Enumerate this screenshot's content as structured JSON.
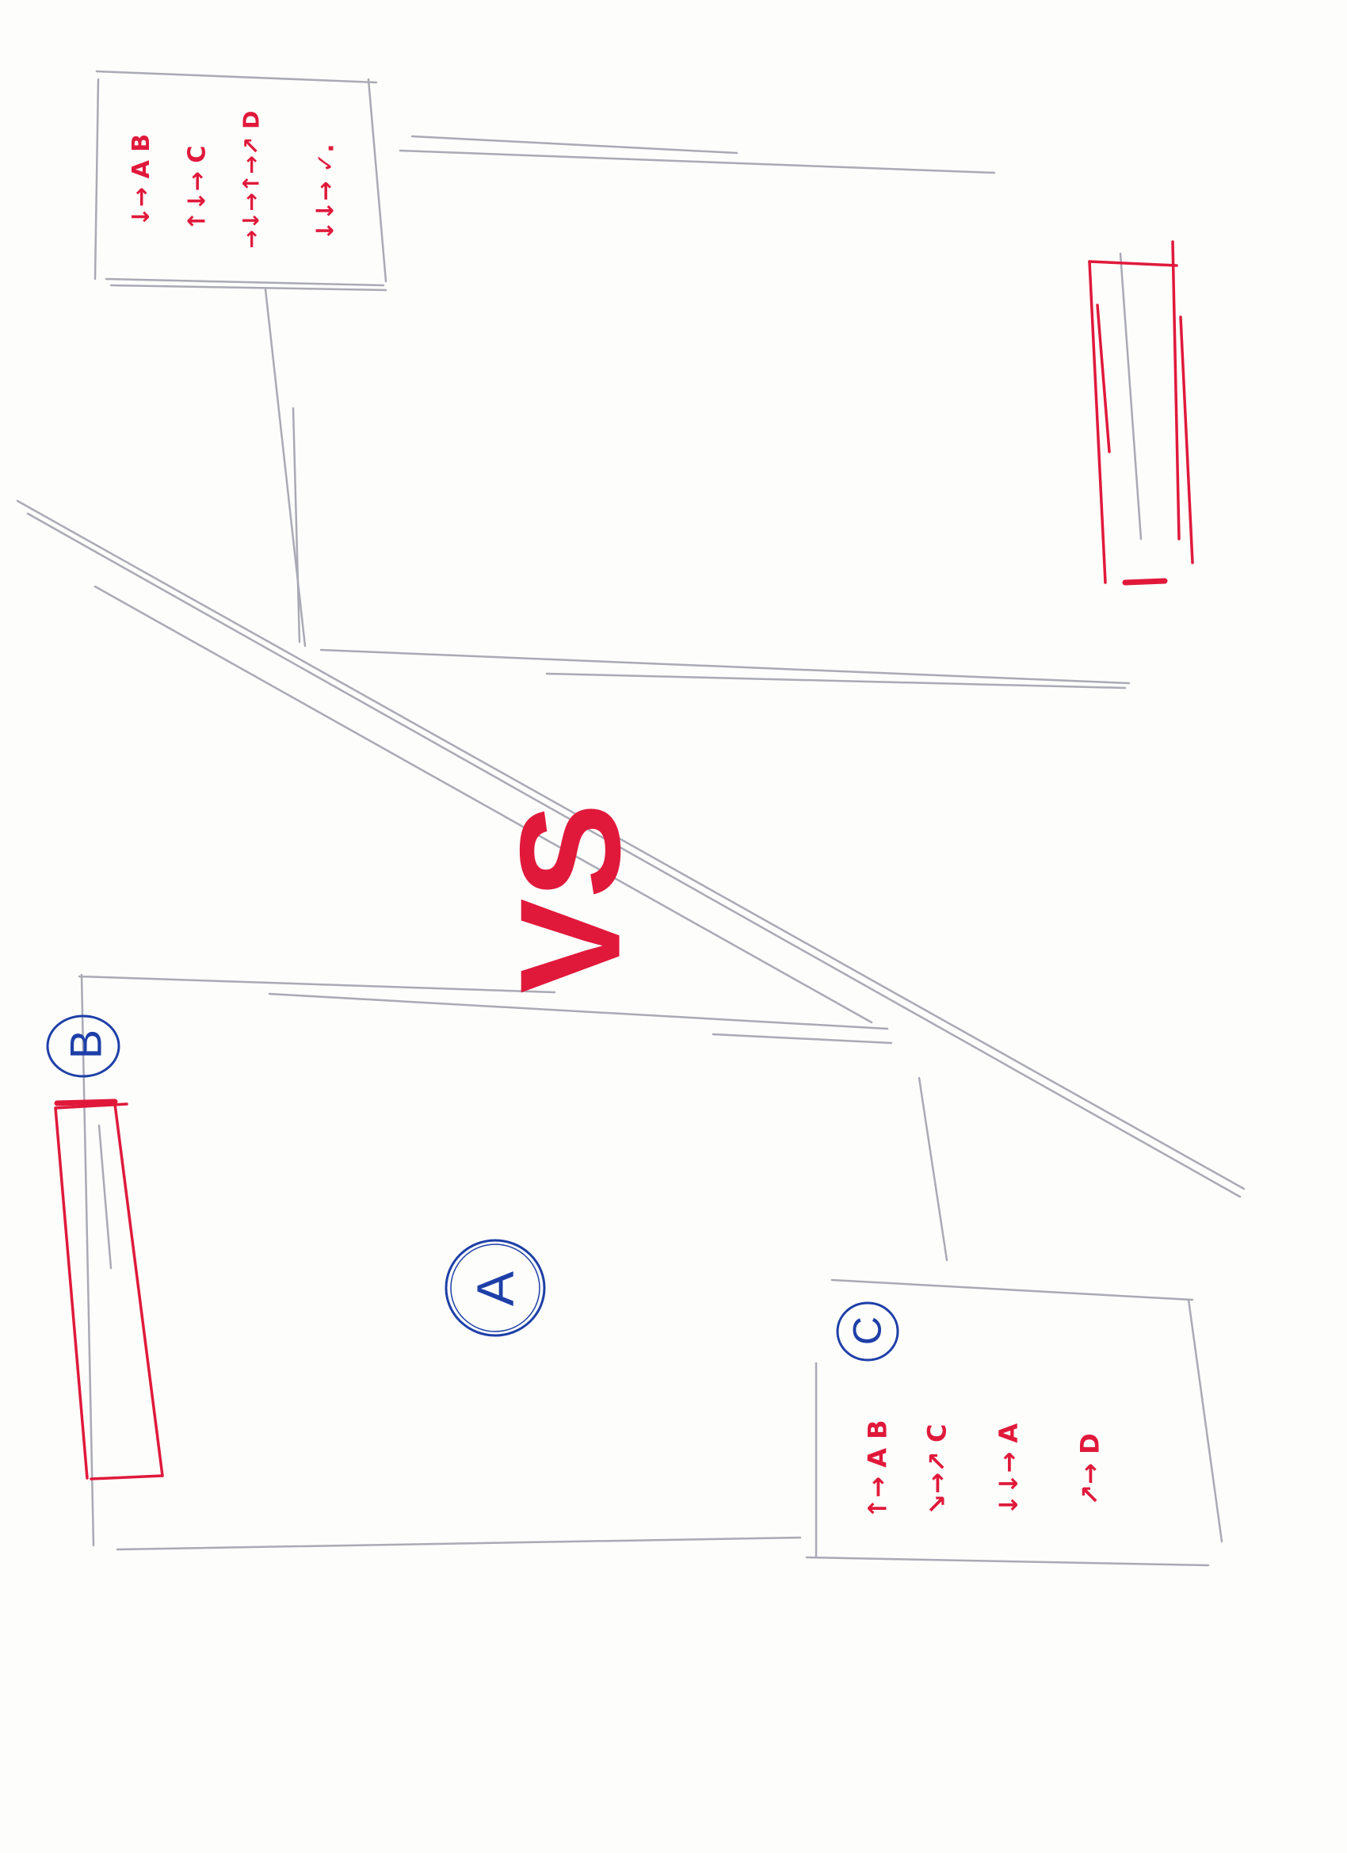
{
  "colors": {
    "paper": "#fdfdfb",
    "pencil": "#a9aab5",
    "red_ink": "#e0193b",
    "blue_ink": "#1e3fa8"
  },
  "labels": {
    "screen_a": "A",
    "panel_b": "B",
    "panel_c": "C",
    "versus": "VS"
  },
  "top_box_steps": [
    "↓→ A B",
    "↑↓→ C",
    "→↓→↑→↗ D",
    "↓↓→ ✓."
  ],
  "bottom_box_steps": [
    "↑→ A B",
    "↘→↗ C",
    "↓↓→ A",
    "↗→ D"
  ]
}
